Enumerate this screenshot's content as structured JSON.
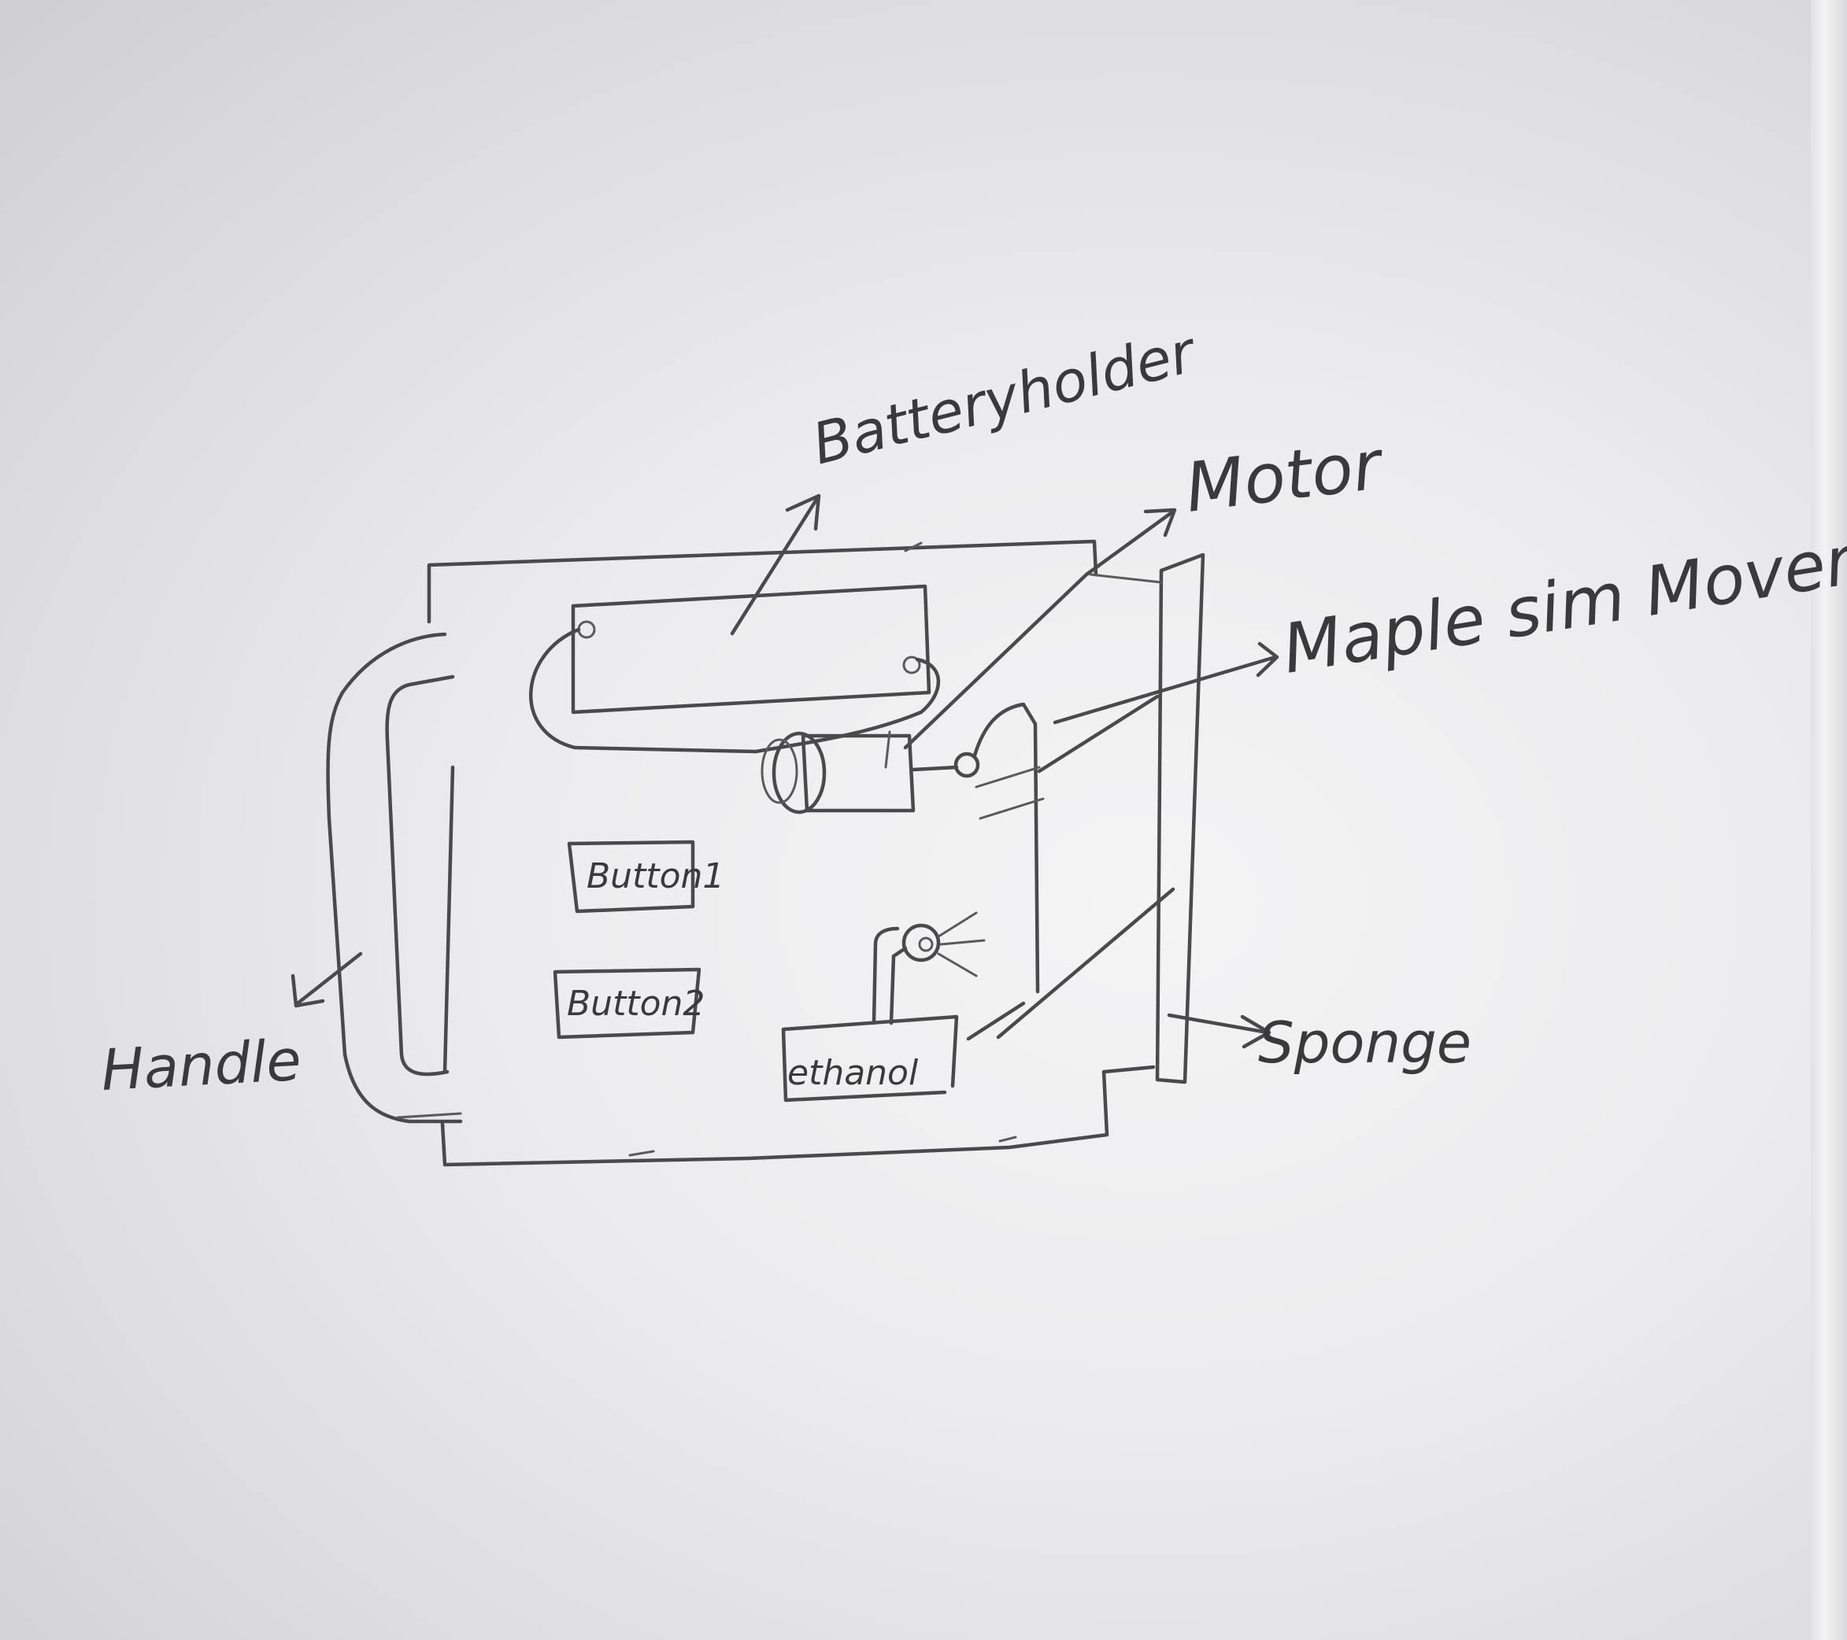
{
  "labels": {
    "battery_holder": "Batteryholder",
    "motor": "Motor",
    "movement": "Maple sim Movement",
    "handle": "Handle",
    "sponge": "Sponge",
    "button1": "Button1",
    "button2": "Button2",
    "ethanol": "ethanol"
  },
  "colors": {
    "paper": "#ececee",
    "ink": "#4a4a4c"
  }
}
